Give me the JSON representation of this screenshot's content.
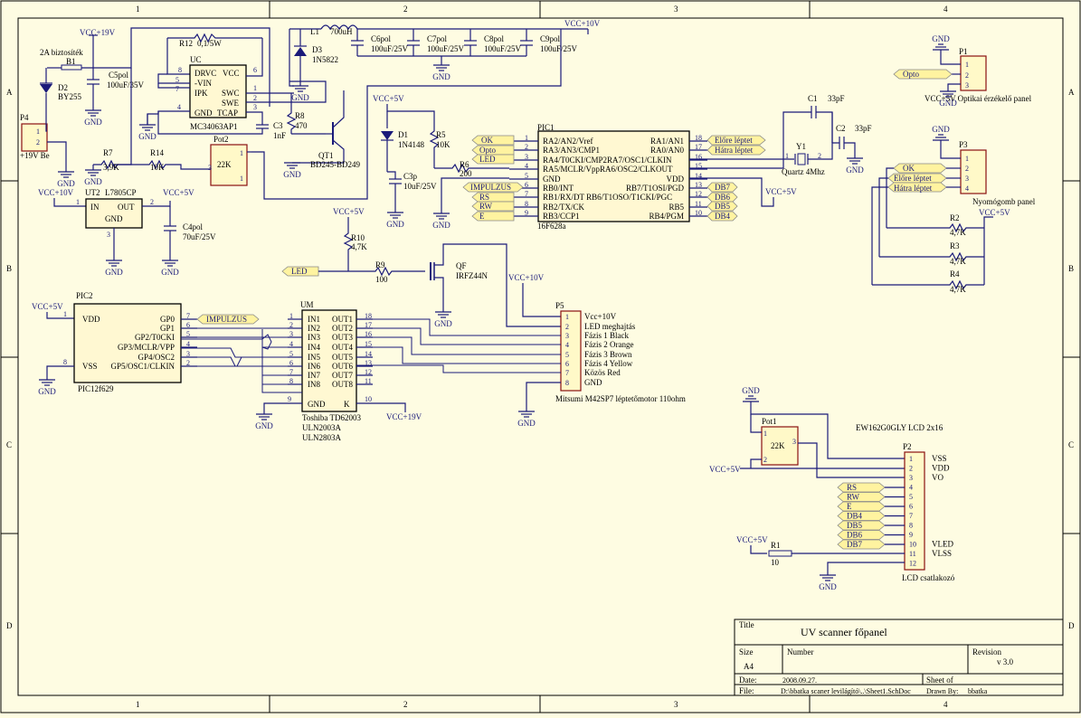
{
  "frame": {
    "columns": [
      "1",
      "2",
      "3",
      "4"
    ],
    "rows": [
      "A",
      "B",
      "C",
      "D"
    ]
  },
  "title_block": {
    "title_label": "Title",
    "title": "UV scanner főpanel",
    "size_label": "Size",
    "size": "A4",
    "number_label": "Number",
    "revision_label": "Revision",
    "revision": "v 3.0",
    "date_label": "Date:",
    "date": "2008.09.27.",
    "sheet_label": "Sheet    of",
    "file_label": "File:",
    "file": "D:\\bbatka scaner levilágító\\..\\Sheet1.SchDoc",
    "drawn_label": "Drawn By:",
    "drawn": "bbatka"
  },
  "labels": {
    "vcc19_top": "VCC+19V",
    "fuse": "2A biztosíték",
    "b1": "B1",
    "c5": "C5pol",
    "c5v": "100uF/35V",
    "d2": "D2",
    "d2v": "BY255",
    "p4": "P4",
    "p4v": "+19V Be",
    "r12": "R12",
    "r12v": "0,1/5W",
    "uc": "UC",
    "uc_drvc": "DRVC",
    "uc_vcc": "VCC",
    "uc_vin": "-VIN",
    "uc_ipk": "IPK",
    "uc_swc": "SWC",
    "uc_swe": "SWE",
    "uc_gnd": "GND",
    "uc_tcap": "TCAP",
    "uc_part": "MC34063AP1",
    "l1": "L1",
    "l1v": "700uH",
    "d3": "D3",
    "d3v": "1N5822",
    "c6": "C6pol",
    "c6v": "100uF/25V",
    "c7": "C7pol",
    "c7v": "100uF/25V",
    "c8": "C8pol",
    "c8v": "100uF/25V",
    "c9": "C9pol",
    "c9v": "100uF/25V",
    "vcc10_top": "VCC+10V",
    "r8": "R8",
    "r8v": "470",
    "c3": "C3",
    "c3v": "1nF",
    "qt1": "QT1",
    "qt1v": "BD245-BD249",
    "r7": "R7",
    "r7v": "3,9K",
    "r14": "R14",
    "r14v": "10K",
    "pot2": "Pot2",
    "pot2v": "22K",
    "vcc10_ut2": "VCC+10V",
    "ut2": "UT2",
    "ut2v": "L7805CP",
    "ut2_in": "IN",
    "ut2_out": "OUT",
    "ut2_gnd": "GND",
    "vcc5_ut2": "VCC+5V",
    "c4": "C4pol",
    "c4v": "70uF/25V",
    "vcc5_pic1": "VCC+5V",
    "d1": "D1",
    "d1v": "1N4148",
    "r5": "R5",
    "r5v": "10K",
    "r6": "R6",
    "r6v": "200",
    "c3p": "C3p",
    "c3pv": "10uF/25V",
    "pic1": "PIC1",
    "pic1v": "16F628a",
    "pic1_l": [
      "RA2/AN2/Vref",
      "RA3/AN3/CMP1",
      "RA4/T0CKI/CMP2RA7/OSC1/CLKIN",
      "RA5/MCLR/VppRA6/OSC2/CLKOUT",
      "GND",
      "RB0/INT",
      "RB1/RX/DT  RB6/T1OSO/T1CKI/PGC",
      "RB2/TX/CK",
      "RB3/CCP1"
    ],
    "pic1_r": [
      "RA1/AN1",
      "RA0/AN0",
      "",
      "",
      "VDD",
      "RB7/T1OSI/PGD",
      "",
      "RB5",
      "RB4/PGM"
    ],
    "pic1_lp": [
      "1",
      "2",
      "3",
      "4",
      "5",
      "6",
      "7",
      "8",
      "9"
    ],
    "pic1_rp": [
      "18",
      "17",
      "16",
      "15",
      "14",
      "13",
      "12",
      "11",
      "10"
    ],
    "port_ok": "OK",
    "port_opto": "Opto",
    "port_led": "LED",
    "port_impulzus": "IMPULZUS",
    "port_rs": "RS",
    "port_rw": "RW",
    "port_e": "E",
    "port_elore": "Előre léptet",
    "port_hatra": "Hátra léptet",
    "port_db7": "DB7",
    "port_db6": "DB6",
    "port_db5": "DB5",
    "port_db4": "DB4",
    "vcc5_vdd": "VCC+5V",
    "c1": "C1",
    "c1v": "33pF",
    "c2": "C2",
    "c2v": "33pF",
    "y1": "Y1",
    "y1v": "Quartz 4Mhz",
    "p1": "P1",
    "p1_opto": "Opto",
    "p1v": "VCC+5V Optikai érzékelő panel",
    "p3": "P3",
    "p3_ok": "OK",
    "p3_elore": "Előre léptet",
    "p3_hatra": "Hátra léptet",
    "p3v": "Nyomógomb panel",
    "vcc5_p3": "VCC+5V",
    "r2": "R2",
    "r2v": "4,7K",
    "r3": "R3",
    "r3v": "4,7K",
    "r4": "R4",
    "r4v": "4,7K",
    "vcc5_r10": "VCC+5V",
    "r10": "R10",
    "r10v": "4,7K",
    "port_led2": "LED",
    "r9": "R9",
    "r9v": "100",
    "qf": "QF",
    "qfv": "IRFZ44N",
    "vcc10_p5": "VCC+10V",
    "pic2": "PIC2",
    "pic2v": "PIC12f629",
    "vcc5_pic2": "VCC+5V",
    "pic2_vdd": "VDD",
    "pic2_vss": "VSS",
    "pic2_r": [
      "GP0",
      "GP1",
      "GP2/T0CKI",
      "GP3/MCLR/VPP",
      "GP4/OSC2",
      "GP5/OSC1/CLKIN"
    ],
    "pic2_port_impulzus": "IMPULZUS",
    "um": "UM",
    "um_in": [
      "IN1",
      "IN2",
      "IN3",
      "IN4",
      "IN5",
      "IN6",
      "IN7",
      "IN8"
    ],
    "um_out": [
      "OUT1",
      "OUT2",
      "OUT3",
      "OUT4",
      "OUT5",
      "OUT6",
      "OUT7",
      "OUT8"
    ],
    "um_gnd": "GND",
    "um_k": "K",
    "um_parts": [
      "Toshiba TD62003",
      "ULN2003A",
      "ULN2803A"
    ],
    "vcc19_um": "VCC+19V",
    "p5": "P5",
    "p5_lines": [
      "Vcc+10V",
      "LED meghajtás",
      "Fázis 1 Black",
      "Fázis 2 Orange",
      "Fázis 3 Brown",
      "Fázis 4 Yellow",
      "Közös Red",
      "GND"
    ],
    "p5v": "Mitsumi M42SP7 léptetőmotor 110ohm",
    "gnd": "GND",
    "pot1": "Pot1",
    "pot1v": "22K",
    "lcd_title": "EW162G0GLY LCD 2x16",
    "p2": "P2",
    "p2v": "LCD csatlakozó",
    "vcc5_lcd": "VCC+5V",
    "vcc5_r1": "VCC+5V",
    "r1": "R1",
    "r1v": "10",
    "lcd_pins": [
      "VSS",
      "VDD",
      "VO",
      "",
      "",
      "",
      "",
      "",
      "",
      "VLED",
      "VLSS",
      ""
    ],
    "lcd_ports": [
      "RS",
      "RW",
      "E",
      "DB4",
      "DB5",
      "DB6",
      "DB7"
    ]
  }
}
